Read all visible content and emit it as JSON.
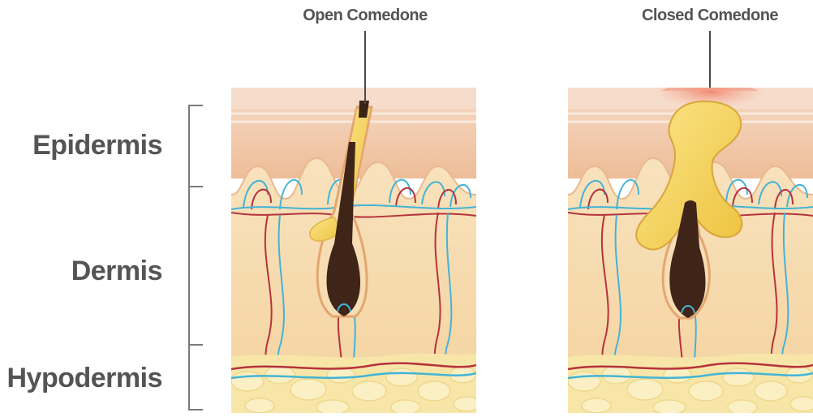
{
  "labels": {
    "epidermis": "Epidermis",
    "dermis": "Dermis",
    "hypodermis": "Hypodermis",
    "open_comedone": "Open Comedone",
    "closed_comedone": "Closed Comedone"
  },
  "colors": {
    "label_text": "#545454",
    "bracket": "#7a7a7a",
    "epidermis_skin": "#f1c6a4",
    "skin_surface": "#f6ddcb",
    "dermis": "#f7ddb4",
    "hypodermis_fat": "#f8e6a8",
    "fat_lobule": "#fbefc4",
    "sebum": "#f4d35b",
    "hair": "#3f2418",
    "artery": "#b5333c",
    "vein": "#43b4d6",
    "inflamed_skin": "#f07b62"
  }
}
